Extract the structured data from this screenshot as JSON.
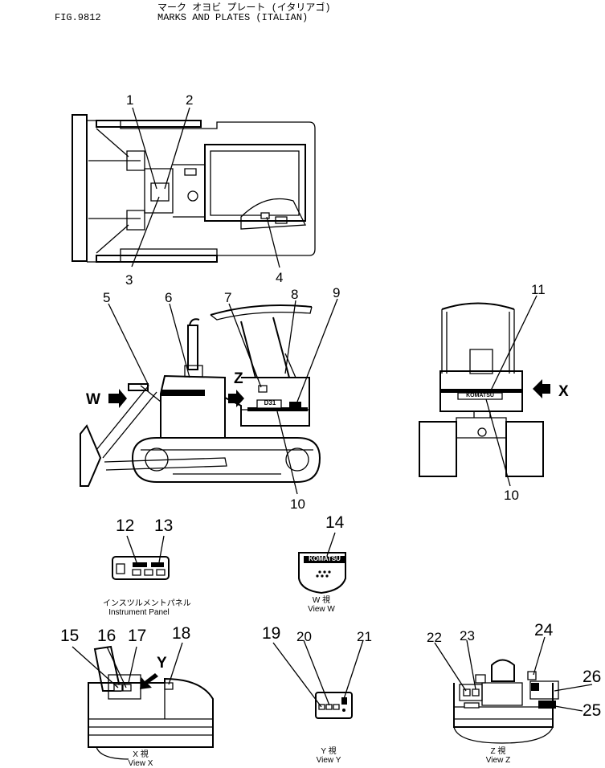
{
  "header": {
    "fig_no": "FIG.9812",
    "title_jp": "マーク オヨビ プレート (イタリアゴ)",
    "title": "MARKS AND PLATES (ITALIAN)"
  },
  "callouts": [
    "1",
    "2",
    "3",
    "4",
    "5",
    "6",
    "7",
    "8",
    "9",
    "10",
    "10",
    "11",
    "12",
    "13",
    "14",
    "15",
    "16",
    "17",
    "18",
    "19",
    "20",
    "21",
    "22",
    "23",
    "24",
    "25",
    "26"
  ],
  "view_letters": {
    "w": "W",
    "z": "Z",
    "x": "X",
    "y": "Y"
  },
  "decal_text": {
    "komatsu": "KOMATSU",
    "model": "D31"
  },
  "captions": {
    "instrument_panel_jp": "インスツルメントパネル",
    "instrument_panel": "Instrument  Panel",
    "view_w_jp": "W  視",
    "view_w": "View  W",
    "view_x_jp": "X  視",
    "view_x": "View  X",
    "view_y_jp": "Y  視",
    "view_y": "View  Y",
    "view_z_jp": "Z  視",
    "view_z": "View  Z"
  }
}
